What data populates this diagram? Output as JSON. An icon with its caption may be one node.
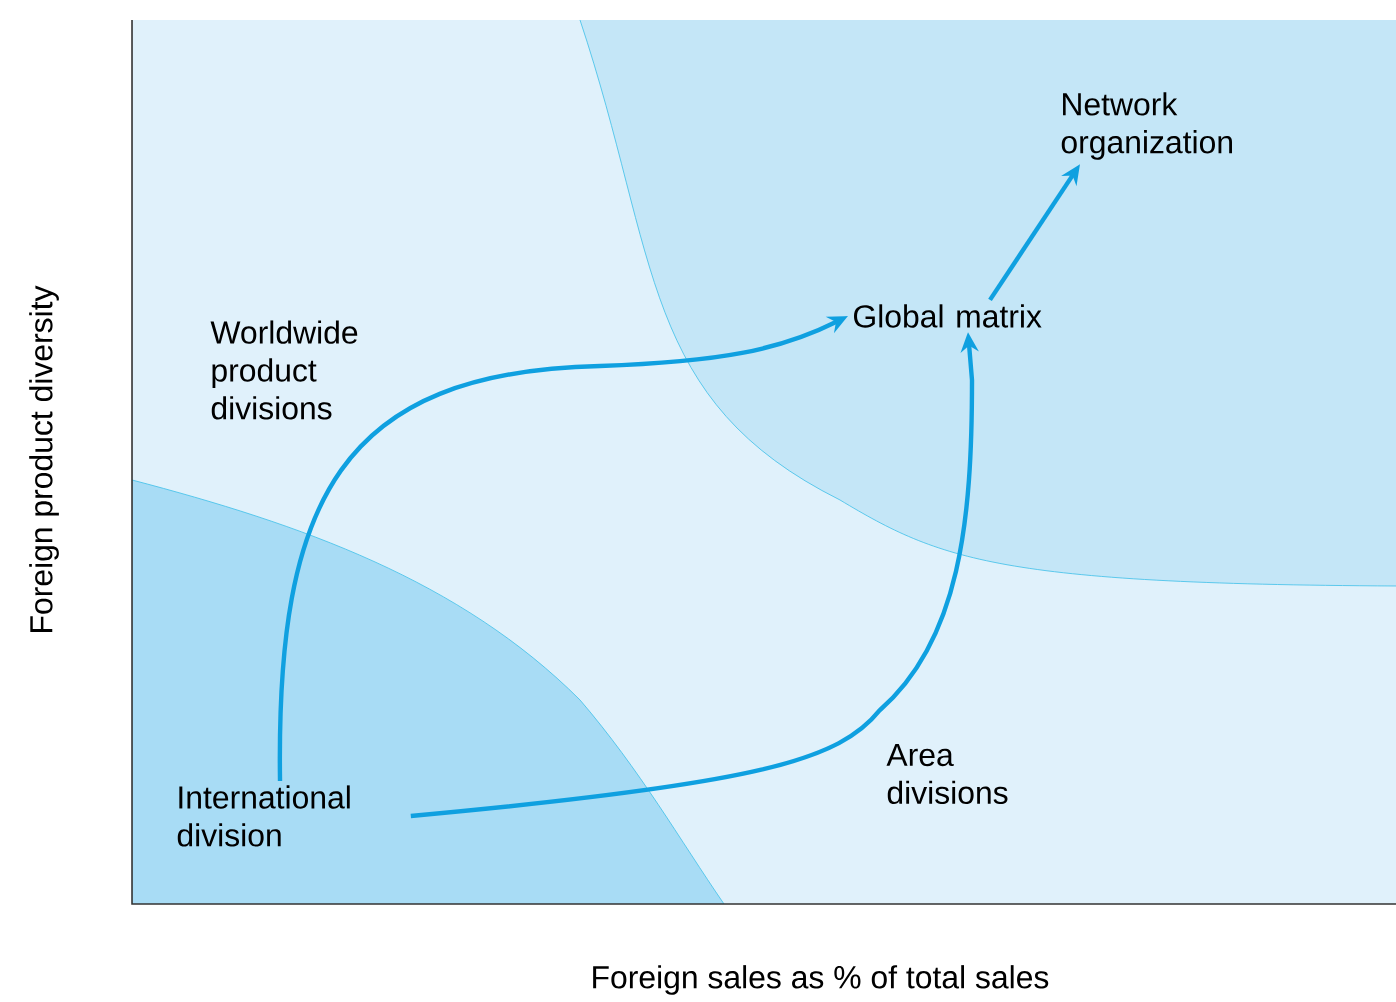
{
  "diagram": {
    "nodes": [
      {
        "text": [
          "International division"
        ]
      },
      {
        "text": [
          "Global matrix"
        ]
      },
      {
        "text": [
          "Network organization"
        ]
      }
    ],
    "edges": [
      {
        "from": 0,
        "to": 1,
        "arrow": "to"
      },
      {
        "from": 0,
        "to": 1,
        "arrow": "to"
      },
      {
        "from": 1,
        "to": 2,
        "arrow": "to"
      }
    ],
    "labels": [
      "Worldwide product divisions",
      "Area divisions",
      "Foreign product diversity",
      "Foreign sales as % of total sales"
    ]
  }
}
